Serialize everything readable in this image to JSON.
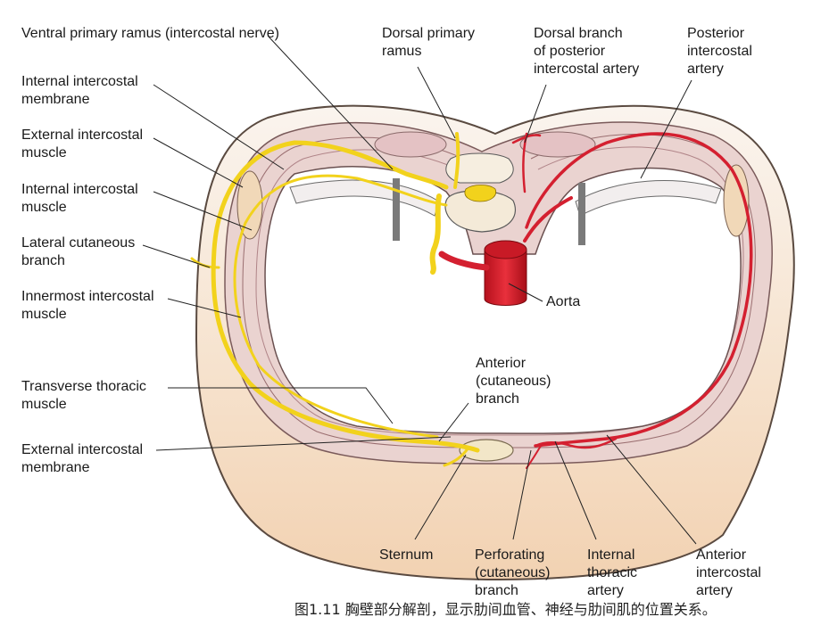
{
  "labels": {
    "ventral_primary_ramus": "Ventral primary ramus (intercostal nerve)",
    "internal_intercostal_membrane": "Internal intercostal\nmembrane",
    "external_intercostal_muscle": "External intercostal\nmuscle",
    "internal_intercostal_muscle": "Internal intercostal\nmuscle",
    "lateral_cutaneous_branch": "Lateral cutaneous\nbranch",
    "innermost_intercostal_muscle": "Innermost intercostal\nmuscle",
    "transverse_thoracic_muscle": "Transverse thoracic\nmuscle",
    "external_intercostal_membrane": "External intercostal\nmembrane",
    "dorsal_primary_ramus": "Dorsal primary\nramus",
    "dorsal_branch_posterior_intercostal_artery": "Dorsal branch\nof posterior\nintercostal artery",
    "posterior_intercostal_artery": "Posterior\nintercostal\nartery",
    "aorta": "Aorta",
    "anterior_cutaneous_branch": "Anterior\n(cutaneous)\nbranch",
    "sternum": "Sternum",
    "perforating_cutaneous_branch": "Perforating\n(cutaneous)\nbranch",
    "internal_thoracic_artery": "Internal\nthoracic\nartery",
    "anterior_intercostal_artery": "Anterior\nintercostal\nartery"
  },
  "caption": "图1.11 胸壁部分解剖，显示肋间血管、神经与肋间肌的位置关系。",
  "colors": {
    "nerve": "#f2d21c",
    "artery": "#d42030",
    "muscle": "#e7c9c9",
    "skin": "#f6dcc0",
    "leader": "#222222"
  }
}
